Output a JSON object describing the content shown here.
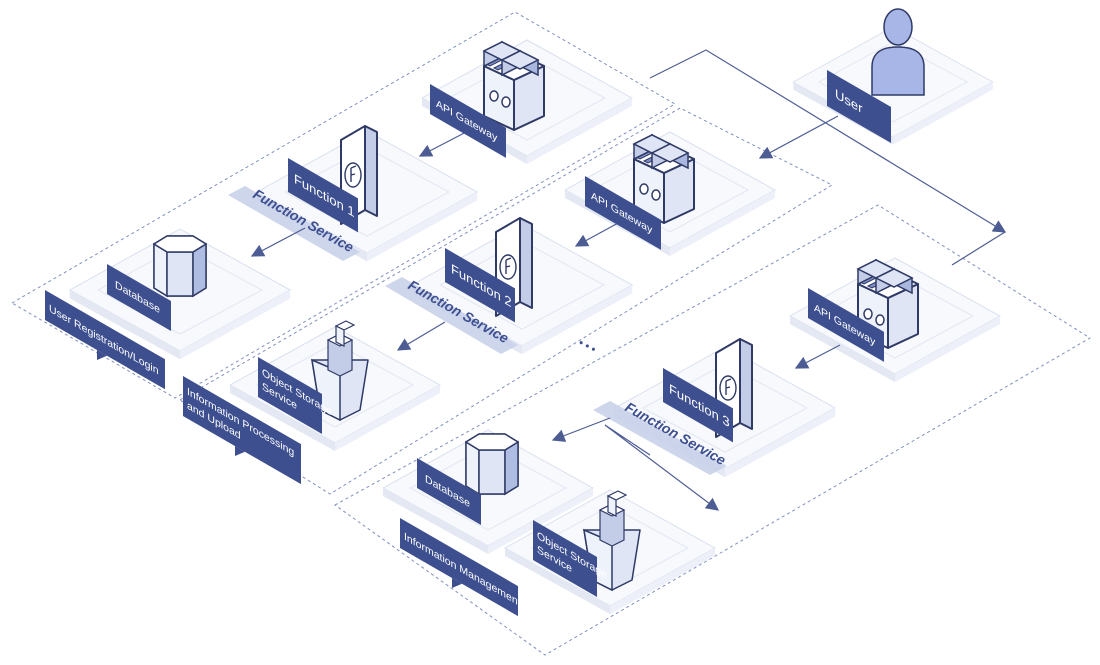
{
  "colors": {
    "label_bg": "#3d4f8f",
    "line": "#4d5d94",
    "dash": "#7f8fbf",
    "platform_top": "#f7f9fd",
    "platform_side": "#e3e8f3",
    "device_light": "#eef2fb",
    "device_mid": "#c3cde8",
    "device_dark": "#7c8cc4",
    "strip": "#c9d2ea",
    "user": "#a7b6e6"
  },
  "user": {
    "label": "User"
  },
  "groups": [
    {
      "name": "User Registration/Login",
      "gateway_label": "API Gateway",
      "function_label": "Function 1",
      "service_label": "Function Service",
      "database_label": "Database"
    },
    {
      "name": "Information Processing and Upload",
      "name_lines": [
        "Information Processing",
        "and Upload"
      ],
      "gateway_label": "API Gateway",
      "function_label": "Function 2",
      "service_label": "Function Service",
      "storage_lines": [
        "Object Storage",
        "Service"
      ]
    },
    {
      "name": "Information Management",
      "gateway_label": "API Gateway",
      "function_label": "Function 3",
      "service_label": "Function Service",
      "database_label": "Database",
      "storage_lines": [
        "Object Storage",
        "Service"
      ]
    }
  ],
  "ellipsis": "• • •"
}
